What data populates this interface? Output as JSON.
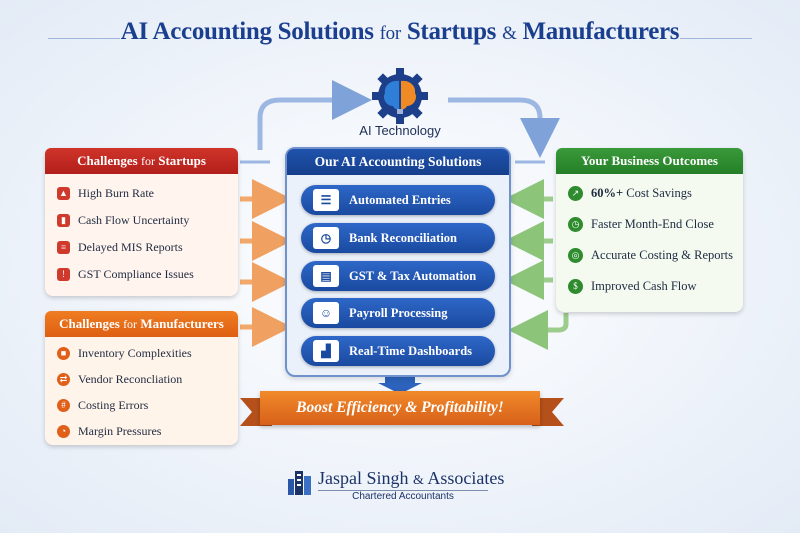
{
  "title": {
    "part1": "AI Accounting Solutions",
    "conj1": "for",
    "part2": "Startups",
    "conj2": "&",
    "part3": "Manufacturers"
  },
  "ai": {
    "label": "AI Technology",
    "icon": "brain-gear-icon"
  },
  "startups": {
    "title_main": "Challenges",
    "title_small": "for",
    "title_end": "Startups",
    "items": [
      {
        "label": "High Burn Rate",
        "icon": "fire-icon"
      },
      {
        "label": "Cash Flow Uncertainty",
        "icon": "chart-bars-icon"
      },
      {
        "label": "Delayed MIS Reports",
        "icon": "document-icon"
      },
      {
        "label": "GST Compliance Issues",
        "icon": "warning-icon"
      }
    ],
    "color": "#c8281f"
  },
  "manufacturers": {
    "title_main": "Challenges",
    "title_small": "for",
    "title_end": "Manufacturers",
    "items": [
      {
        "label": "Inventory Complexities",
        "icon": "boxes-icon"
      },
      {
        "label": "Vendor Reconcliation",
        "icon": "handshake-icon"
      },
      {
        "label": "Costing Errors",
        "icon": "calculator-icon"
      },
      {
        "label": "Margin Pressures",
        "icon": "gauge-icon"
      }
    ],
    "color": "#e86a1a"
  },
  "solutions": {
    "title": "Our AI Accounting Solutions",
    "items": [
      {
        "label": "Automated Entries",
        "icon": "document-lines-icon"
      },
      {
        "label": "Bank Reconciliation",
        "icon": "ledger-clock-icon"
      },
      {
        "label": "GST & Tax Automation",
        "icon": "printer-icon"
      },
      {
        "label": "Payroll Processing",
        "icon": "people-icon"
      },
      {
        "label": "Real-Time Dashboards",
        "icon": "dashboard-chart-icon"
      }
    ],
    "color": "#1a4aa0"
  },
  "outcomes": {
    "title": "Your Business Outcomes",
    "items": [
      {
        "label_bold": "60%+",
        "label": " Cost Savings",
        "icon": "growth-chart-icon"
      },
      {
        "label_bold": "",
        "label": "Faster Month-End Close",
        "icon": "clock-icon"
      },
      {
        "label_bold": "",
        "label": "Accurate Costing & Reports",
        "icon": "target-icon"
      },
      {
        "label_bold": "",
        "label": "Improved Cash Flow",
        "icon": "dollar-icon"
      }
    ],
    "color": "#2e8b2e"
  },
  "banner": {
    "text": "Boost Efficiency & Profitability!",
    "color": "#e8751f"
  },
  "firm": {
    "name": "Jaspal Singh",
    "conj": "&",
    "name_end": "Associates",
    "subtitle": "Chartered Accountants",
    "icon": "buildings-logo-icon"
  }
}
